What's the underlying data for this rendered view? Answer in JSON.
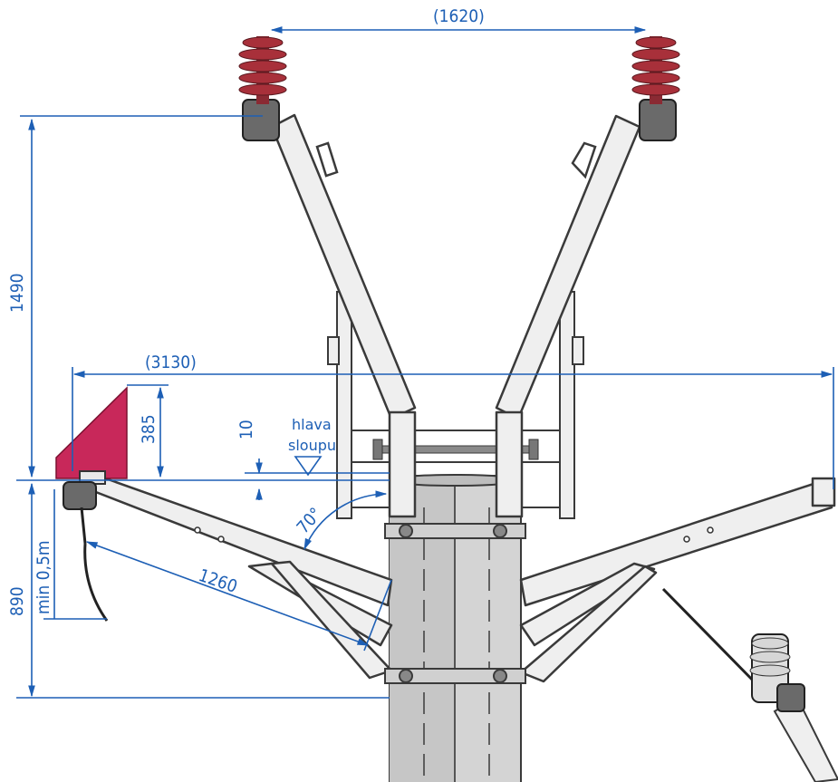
{
  "dimensions": {
    "top_span": "(1620)",
    "arm_span": "(3130)",
    "height_upper": "1490",
    "height_lower": "890",
    "sign_height": "385",
    "head_offset": "10",
    "min_clearance": "min 0,5m",
    "brace_length": "1260",
    "angle": "70°"
  },
  "labels": {
    "pole_head_line1": "hlava",
    "pole_head_line2": "sloupu"
  },
  "colors": {
    "dimension_blue": "#1d5fb5",
    "sign_red": "#c8285a",
    "insulator_red": "#a8303a",
    "steel": "#ececec",
    "outline": "#3a3a3a"
  }
}
